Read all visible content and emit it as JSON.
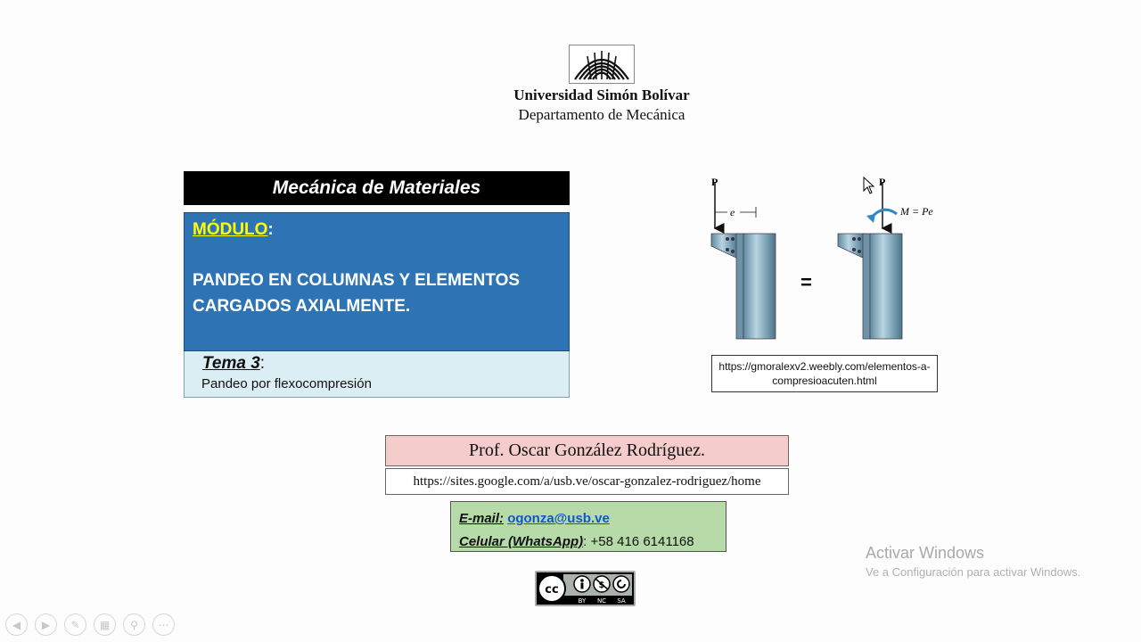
{
  "header": {
    "university": "Universidad Simón Bolívar",
    "department": "Departamento de Mecánica",
    "logo_icon": "usb-logo-icon"
  },
  "course": {
    "title": "Mecánica de Materiales",
    "module_label": "MÓDULO",
    "module_colon": ":",
    "module_text": "PANDEO EN COLUMNAS Y ELEMENTOS CARGADOS AXIALMENTE.",
    "theme_label": "Tema 3",
    "theme_colon": ":",
    "theme_text": "Pandeo por flexocompresión"
  },
  "figure": {
    "load_left": "P",
    "eccentricity": "e",
    "load_right": "P",
    "moment_label": "M = Pe",
    "equals": "=",
    "source_url": "https://gmoralexv2.weebly.com/elementos-a-compresioacuten.html"
  },
  "professor": {
    "name": "Prof. Oscar González Rodríguez.",
    "site": "https://sites.google.com/a/usb.ve/oscar-gonzalez-rodriguez/home",
    "email_label": "E-mail:",
    "email": "ogonza@usb.ve",
    "phone_label": "Celular (WhatsApp)",
    "phone_colon": ":",
    "phone": "+58 416 6141168"
  },
  "license": {
    "icon": "cc-by-nc-sa-icon",
    "tags": [
      "BY",
      "NC",
      "SA"
    ]
  },
  "watermark": {
    "title": "Activar Windows",
    "subtitle": "Ve a Configuración para activar Windows."
  },
  "toolbar": {
    "icons": [
      "previous-icon",
      "next-icon",
      "pen-icon",
      "slides-icon",
      "zoom-icon",
      "more-icon"
    ]
  },
  "colors": {
    "module_bg": "#2e74b5",
    "module_label": "#ffff00",
    "theme_bg": "#daeef3",
    "prof_bg": "#f4cccc",
    "contact_bg": "#b6dba8",
    "link": "#1155cc"
  }
}
